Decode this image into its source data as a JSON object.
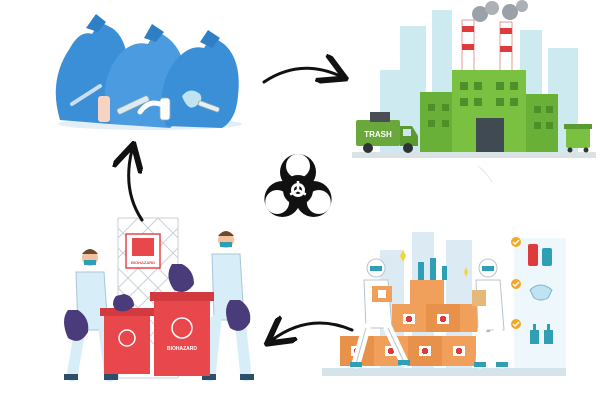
{
  "diagram": {
    "nodes": [
      {
        "id": "waste-bags",
        "depicts": "blue bags of medical waste"
      },
      {
        "id": "treatment-plant",
        "depicts": "green treatment factory with trash truck"
      },
      {
        "id": "medical-supplies",
        "depicts": "workers with boxes of medical supplies"
      },
      {
        "id": "biohazard-collection",
        "depicts": "workers placing waste into biohazard bins"
      }
    ],
    "center_icon": "biohazard-icon",
    "edges": [
      {
        "from": "waste-bags",
        "to": "treatment-plant"
      },
      {
        "from": "treatment-plant",
        "to": "medical-supplies"
      },
      {
        "from": "medical-supplies",
        "to": "biohazard-collection"
      },
      {
        "from": "biohazard-collection",
        "to": "waste-bags"
      }
    ]
  },
  "labels": {
    "truck_text": "TRASH",
    "bin_sign_text": "BIOHAZARD",
    "bin_text": "BIOHAZARD"
  },
  "colors": {
    "bag_blue": "#3a8fd6",
    "factory_green": "#7ac142",
    "bin_red": "#e8474c",
    "bag_purple": "#4a3b7a",
    "supply_box": "#f0a05a",
    "arrow": "#111111"
  }
}
